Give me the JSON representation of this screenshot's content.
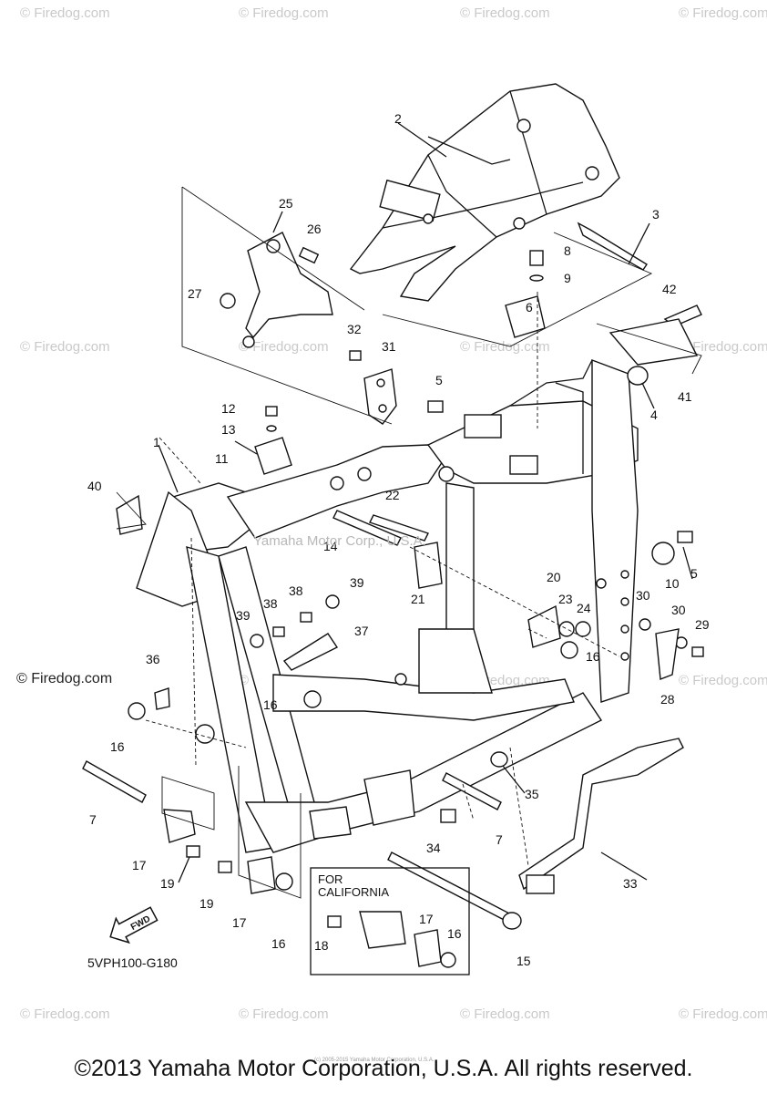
{
  "watermark": {
    "text": "© Firedog.com"
  },
  "midwatermark": "Yamaha Motor Corp., U.S.A.",
  "firedog_left": "© Firedog.com",
  "diagram_code": "5VPH100-G180",
  "california_box": {
    "title": "FOR CALIFORNIA"
  },
  "fwd_label": "FWD",
  "copyright": "©2013 Yamaha Motor Corporation, U.S.A. All rights reserved.",
  "tiny_copyright": "(c) 2005-2015 Yamaha Motor Corporation, U.S.A.",
  "callouts": [
    "1",
    "2",
    "3",
    "4",
    "5",
    "5",
    "6",
    "7",
    "7",
    "8",
    "9",
    "10",
    "11",
    "12",
    "13",
    "14",
    "15",
    "16",
    "16",
    "16",
    "16",
    "16",
    "17",
    "17",
    "17",
    "18",
    "19",
    "19",
    "20",
    "21",
    "22",
    "23",
    "24",
    "25",
    "26",
    "27",
    "28",
    "29",
    "30",
    "30",
    "31",
    "32",
    "33",
    "34",
    "35",
    "36",
    "37",
    "38",
    "38",
    "39",
    "39",
    "40",
    "41",
    "42"
  ]
}
